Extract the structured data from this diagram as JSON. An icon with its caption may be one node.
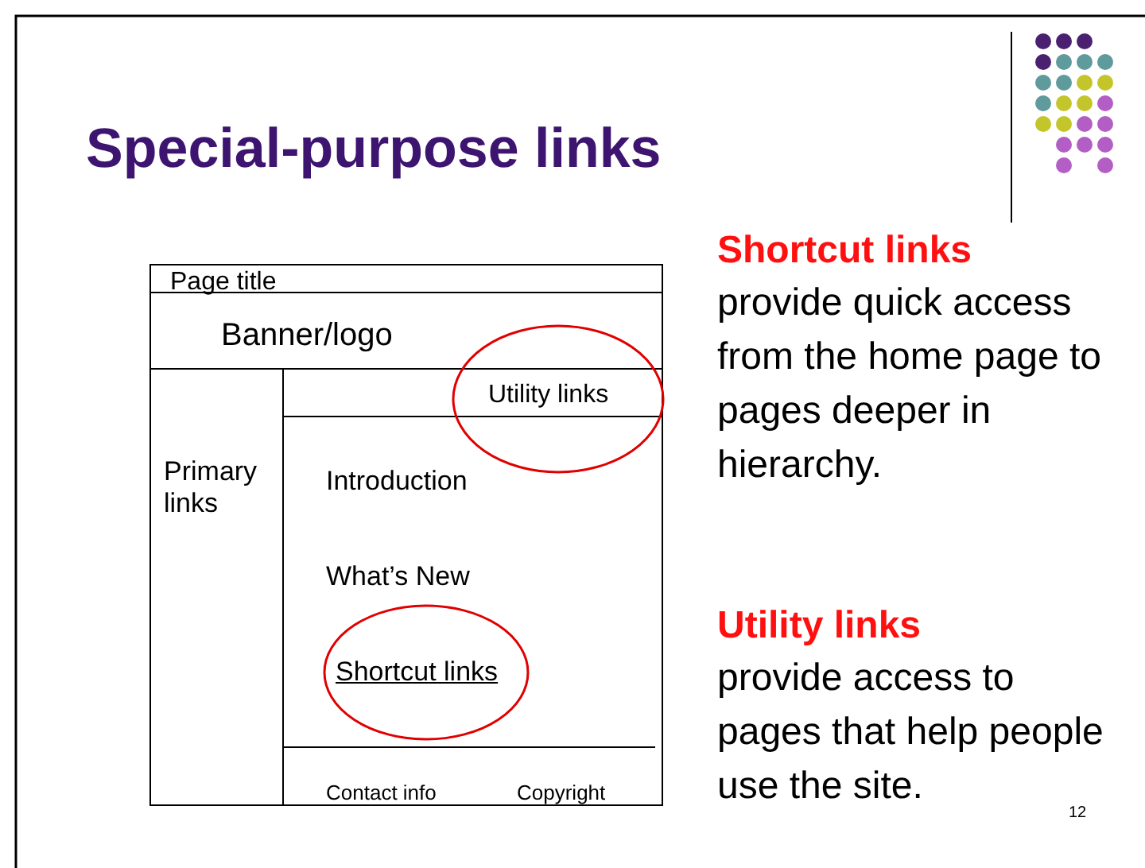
{
  "diagram": {
    "title": "Special-purpose links",
    "nodes": [
      {
        "text": [],
        "shape": "box"
      },
      {
        "text": [
          "Page title"
        ],
        "in": 0
      },
      {
        "text": [
          "Banner/logo"
        ],
        "in": 0
      },
      {
        "text": [
          "Primary links"
        ],
        "in": 0
      },
      {
        "text": [
          "Utility links"
        ],
        "in": 0
      },
      {
        "text": [
          "Introduction"
        ],
        "in": 0
      },
      {
        "text": [
          "What’s New"
        ],
        "in": 0
      },
      {
        "text": [
          "Shortcut links"
        ],
        "in": 0
      },
      {
        "text": [
          "Contact info"
        ],
        "in": 0
      },
      {
        "text": [
          "Copyright"
        ],
        "in": 0
      }
    ],
    "labels": [
      "Shortcut links",
      "provide quick access from the home page to pages deeper in hierarchy.",
      "Utility links",
      "provide access to pages that help people use the site.",
      "12"
    ]
  }
}
